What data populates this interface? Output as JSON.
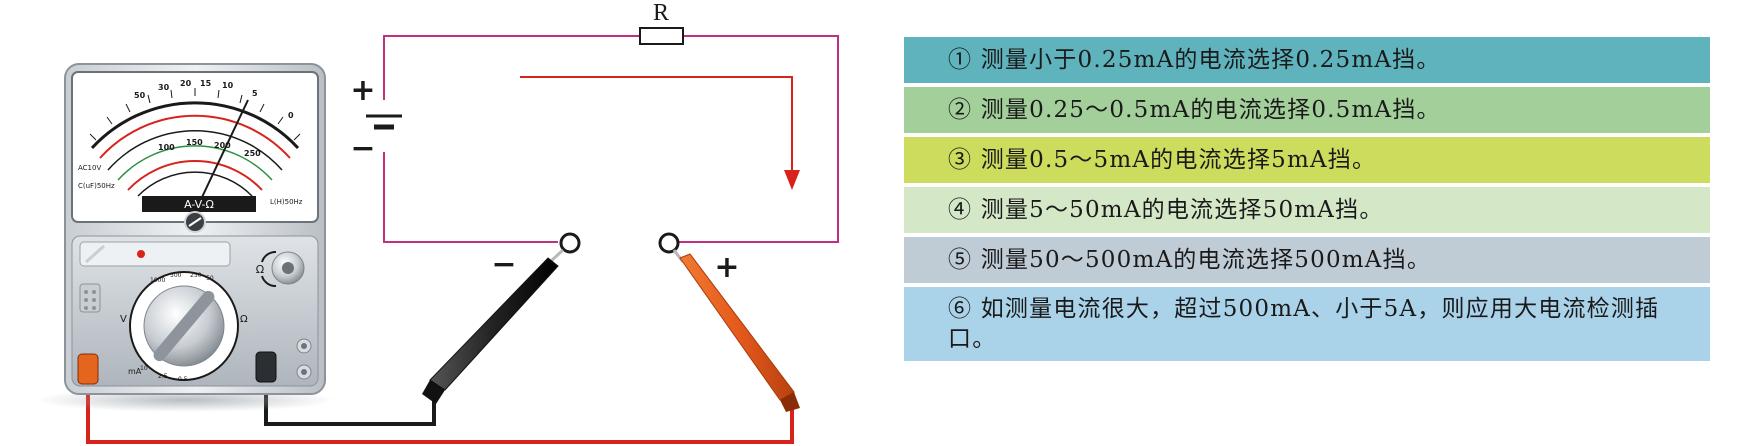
{
  "circuit": {
    "resistor_label": "R",
    "battery_plus": "+",
    "battery_minus": "−",
    "probe_minus": "−",
    "probe_plus": "+",
    "wire_color": "#c0307e",
    "current_arrow_color": "#d8231d",
    "lead_red_color": "#d8231d",
    "lead_black_color": "#1a1a1a"
  },
  "meter": {
    "scale_labels": [
      "AC10V",
      "C(uF)50Hz",
      "L(H)50Hz"
    ],
    "scale_numbers": [
      "50",
      "30",
      "20",
      "15",
      "10",
      "5",
      "0",
      "100",
      "150",
      "200",
      "250"
    ],
    "plate_text": "A-V-Ω",
    "omega": "Ω",
    "volt": "V",
    "ma": "mA",
    "dial_numbers": [
      "1000",
      "500",
      "250",
      "50",
      "10",
      "2.5",
      "0.5"
    ]
  },
  "rules": [
    {
      "text": "① 测量小于0.25mA的电流选择0.25mA挡。",
      "color": "#5fb3bd"
    },
    {
      "text": "② 测量0.25～0.5mA的电流选择0.5mA挡。",
      "color": "#a3cf9b"
    },
    {
      "text": "③ 测量0.5～5mA的电流选择5mA挡。",
      "color": "#cddc5d"
    },
    {
      "text": "④ 测量5～50mA的电流选择50mA挡。",
      "color": "#d4e8c8"
    },
    {
      "text": "⑤ 测量50～500mA的电流选择500mA挡。",
      "color": "#bfcbd5"
    },
    {
      "text": "⑥ 如测量电流很大，超过500mA、小于5A，则应用大电流检测插口。",
      "color": "#aad3ea"
    }
  ]
}
